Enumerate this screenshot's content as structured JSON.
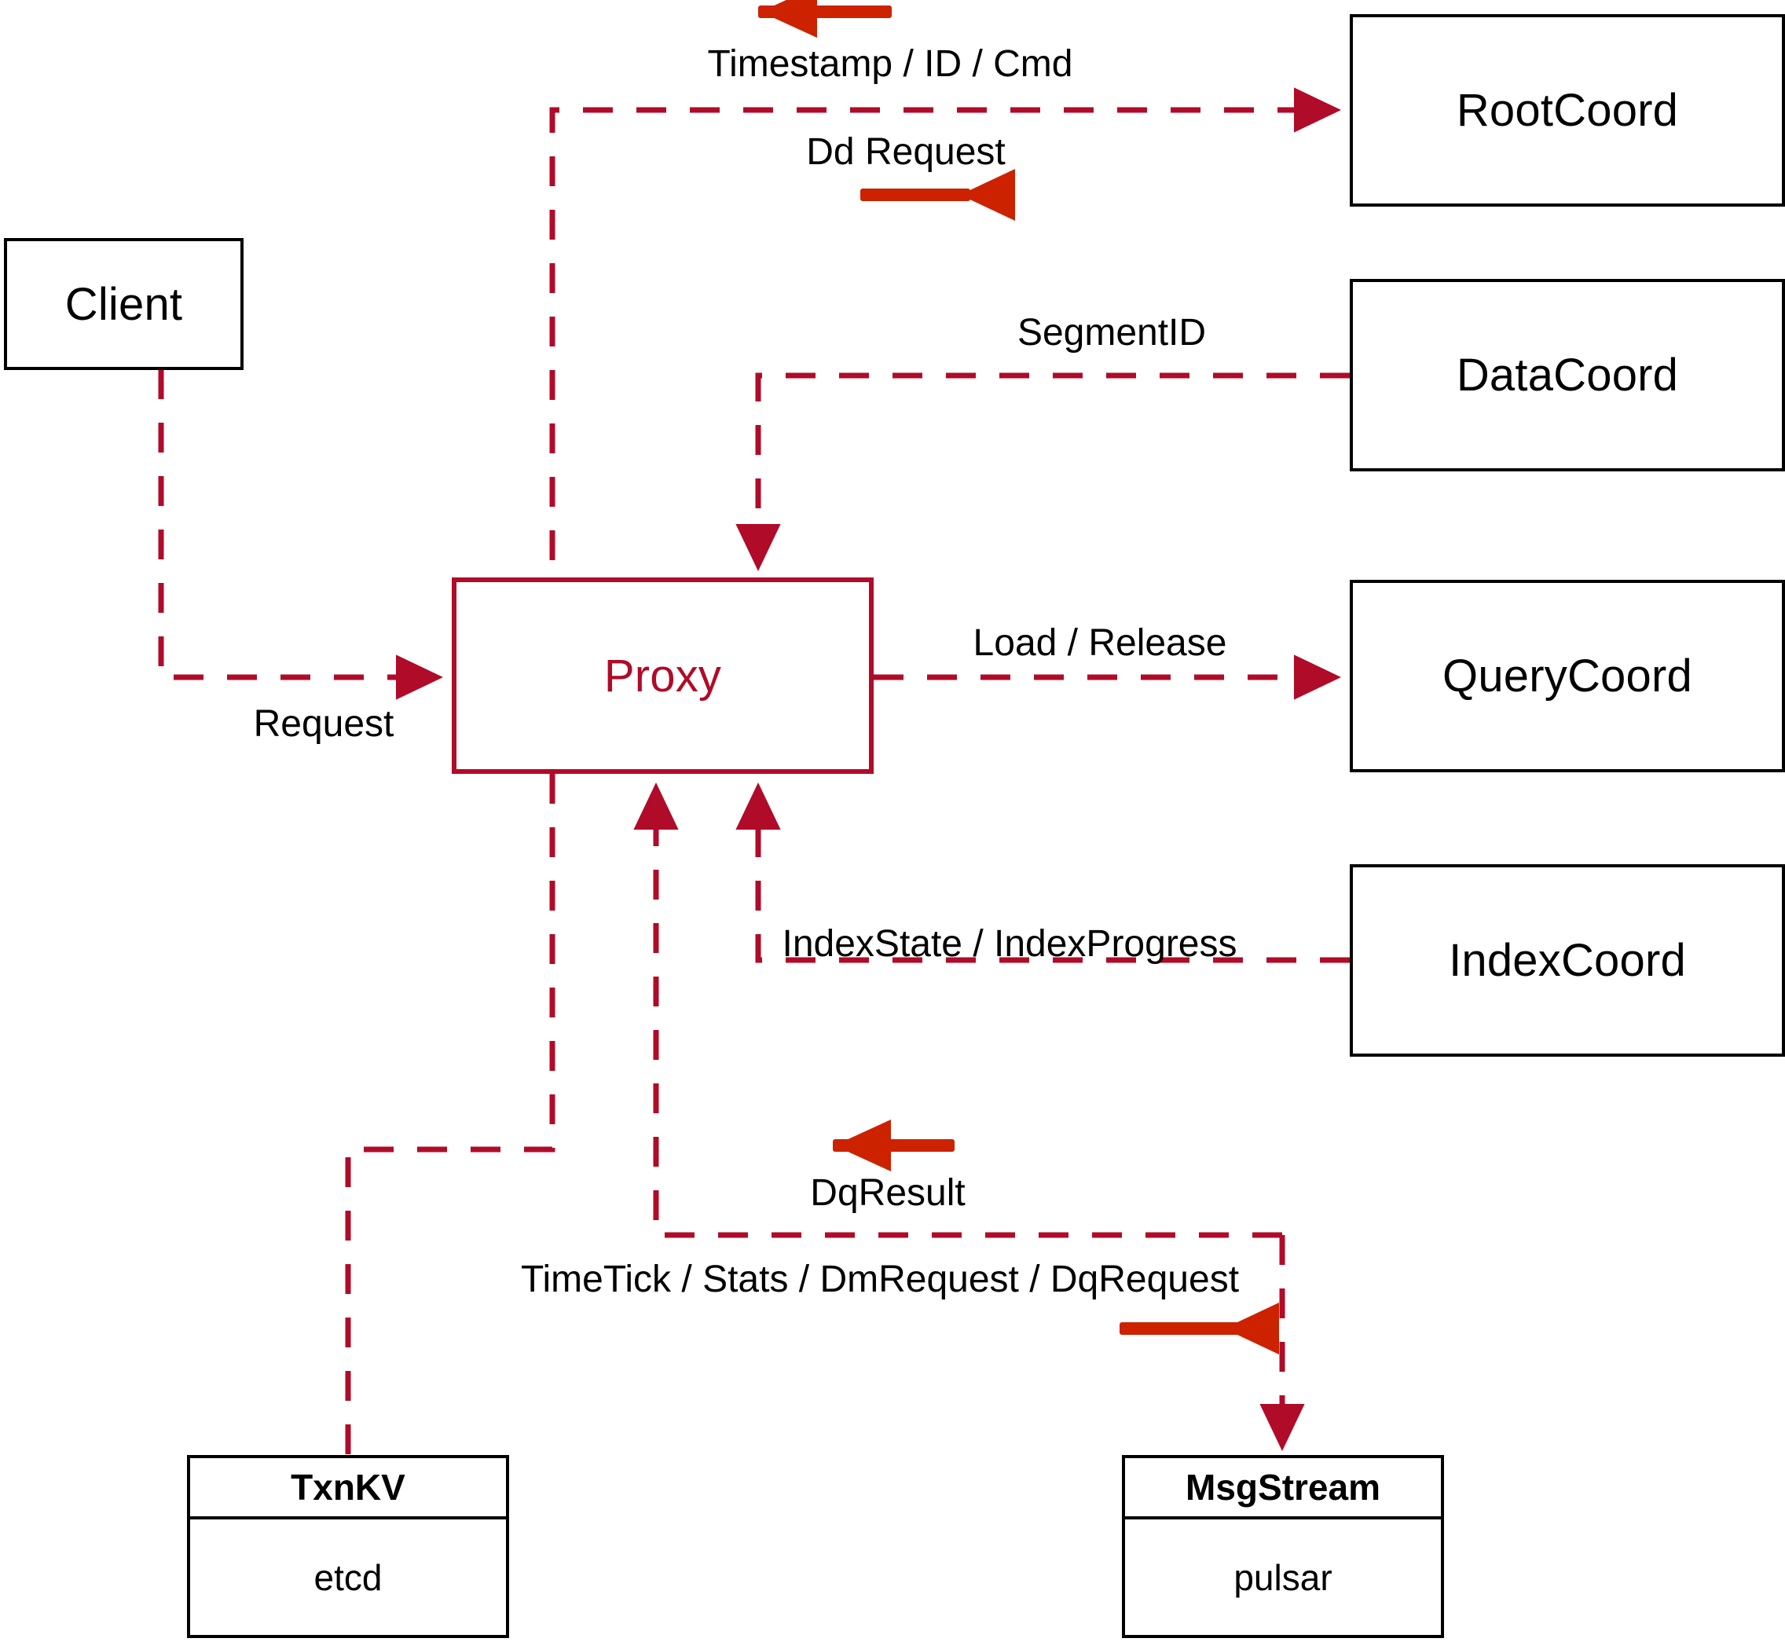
{
  "diagram": {
    "title": "Milvus Proxy interaction diagram",
    "colors": {
      "node_border": "#000000",
      "proxy_accent": "#B00B28",
      "dashed_wire": "#B00B28",
      "bold_arrow": "#CC2200",
      "background": "#FFFFFF"
    }
  },
  "nodes": {
    "client": {
      "label": "Client"
    },
    "proxy": {
      "label": "Proxy"
    },
    "rootcoord": {
      "label": "RootCoord"
    },
    "datacoord": {
      "label": "DataCoord"
    },
    "querycoord": {
      "label": "QueryCoord"
    },
    "indexcoord": {
      "label": "IndexCoord"
    },
    "txnkv": {
      "header": "TxnKV",
      "body": "etcd"
    },
    "msgstream": {
      "header": "MsgStream",
      "body": "pulsar"
    }
  },
  "edge_labels": {
    "timestamp_id_cmd": "Timestamp / ID / Cmd",
    "dd_request": "Dd Request",
    "segment_id": "SegmentID",
    "request": "Request",
    "load_release": "Load / Release",
    "index_state_progress": "IndexState / IndexProgress",
    "dq_result": "DqResult",
    "timetick_stats": "TimeTick / Stats / DmRequest / DqRequest"
  },
  "edges": [
    {
      "from": "proxy",
      "to": "rootcoord",
      "label": "Timestamp / ID / Cmd",
      "direction": "rootcoord-to-proxy"
    },
    {
      "from": "proxy",
      "to": "rootcoord",
      "label": "Dd Request",
      "direction": "proxy-to-rootcoord"
    },
    {
      "from": "datacoord",
      "to": "proxy",
      "label": "SegmentID",
      "direction": "datacoord-to-proxy"
    },
    {
      "from": "client",
      "to": "proxy",
      "label": "Request",
      "direction": "client-to-proxy"
    },
    {
      "from": "proxy",
      "to": "querycoord",
      "label": "Load / Release",
      "direction": "proxy-to-querycoord"
    },
    {
      "from": "indexcoord",
      "to": "proxy",
      "label": "IndexState / IndexProgress",
      "direction": "indexcoord-to-proxy"
    },
    {
      "from": "msgstream",
      "to": "proxy",
      "label": "DqResult",
      "direction": "msgstream-to-proxy"
    },
    {
      "from": "proxy",
      "to": "msgstream",
      "label": "TimeTick / Stats / DmRequest / DqRequest",
      "direction": "proxy-to-msgstream"
    },
    {
      "from": "proxy",
      "to": "txnkv",
      "label": "",
      "direction": "proxy-to-txnkv"
    }
  ]
}
